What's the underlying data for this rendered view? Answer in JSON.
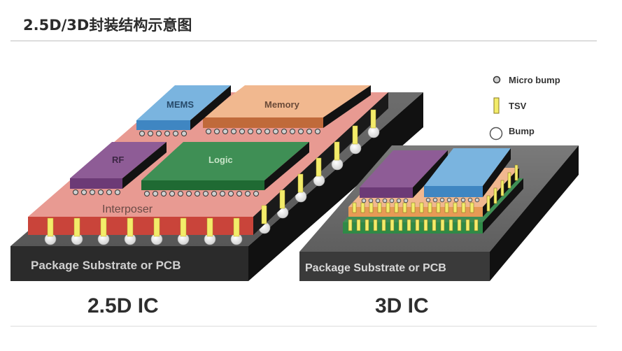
{
  "title": "2.5D/3D封装结构示意图",
  "ic25": {
    "caption": "2.5D IC",
    "substrate_label": "Package Substrate or PCB",
    "interposer_label": "Interposer",
    "chips": {
      "mems": "MEMS",
      "memory": "Memory",
      "rf": "RF",
      "logic": "Logic"
    }
  },
  "ic3": {
    "caption": "3D IC",
    "substrate_label": "Package Substrate or PCB"
  },
  "legend": {
    "micro_bump": "Micro bump",
    "tsv": "TSV",
    "bump": "Bump"
  },
  "colors": {
    "substrate_top": "#5a5a5a",
    "substrate_front": "#2a2a2a",
    "interposer": "#e99a92",
    "mems": "#79b3de",
    "memory": "#f1b88f",
    "rf": "#8a5a92",
    "logic": "#3a8a4f",
    "tsv": "#f3ec6a"
  }
}
